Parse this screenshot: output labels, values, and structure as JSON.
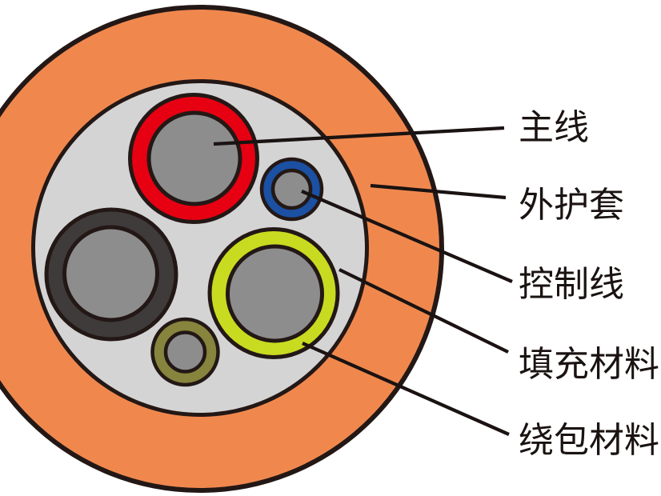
{
  "diagram": {
    "labels": {
      "main_wire": "主线",
      "outer_sheath": "外护套",
      "control_wire": "控制线",
      "filling_material": "填充材料",
      "wrapping_material": "绕包材料"
    },
    "colors": {
      "sheath_orange": "#F0884E",
      "filler_gray": "#D4D4D5",
      "main_wire_red": "#E60012",
      "conductor_core_gray": "#8D8D8E",
      "control_wire_blue": "#1B50A2",
      "dark_wire_gray": "#3E3B3A",
      "wrap_yellow_green": "#C9DB21",
      "small_wire_olive": "#86843D",
      "outline_black": "#231815",
      "leader_line_black": "#1A1311",
      "label_text_black": "#1A1311"
    }
  }
}
